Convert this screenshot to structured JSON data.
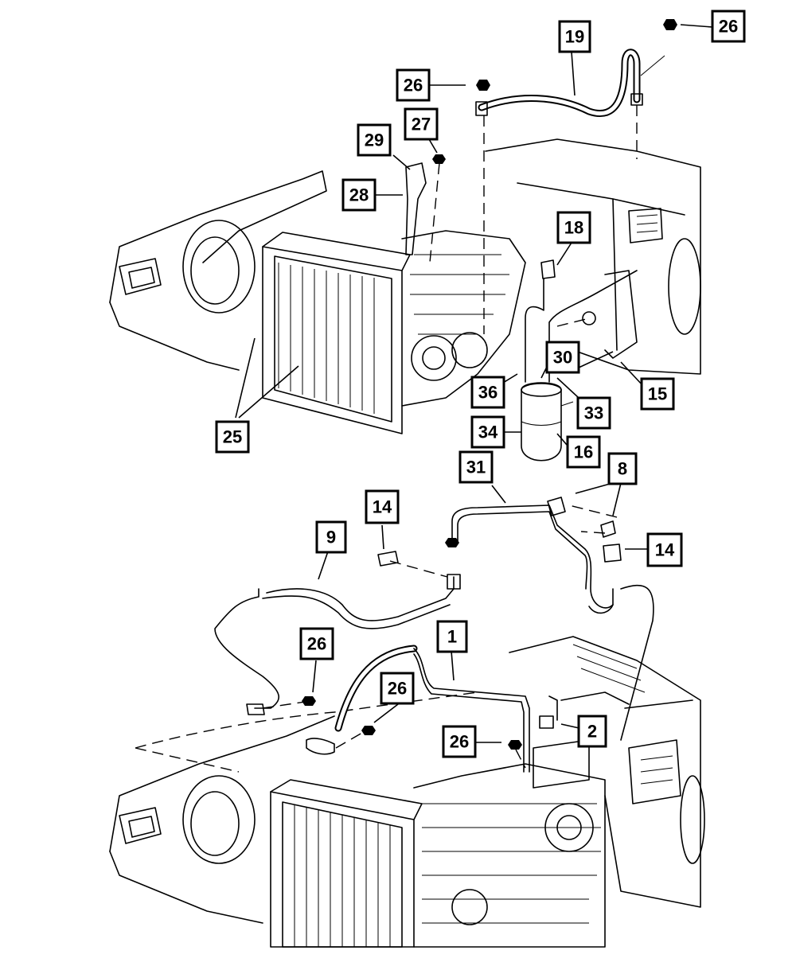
{
  "diagram": {
    "labels": [
      "19",
      "26",
      "26",
      "27",
      "29",
      "28",
      "18",
      "30",
      "36",
      "33",
      "15",
      "34",
      "16",
      "25",
      "31",
      "8",
      "14",
      "14",
      "9",
      "1",
      "26",
      "26",
      "26",
      "2"
    ]
  },
  "colors": {
    "line": "#000000",
    "background": "#ffffff"
  }
}
